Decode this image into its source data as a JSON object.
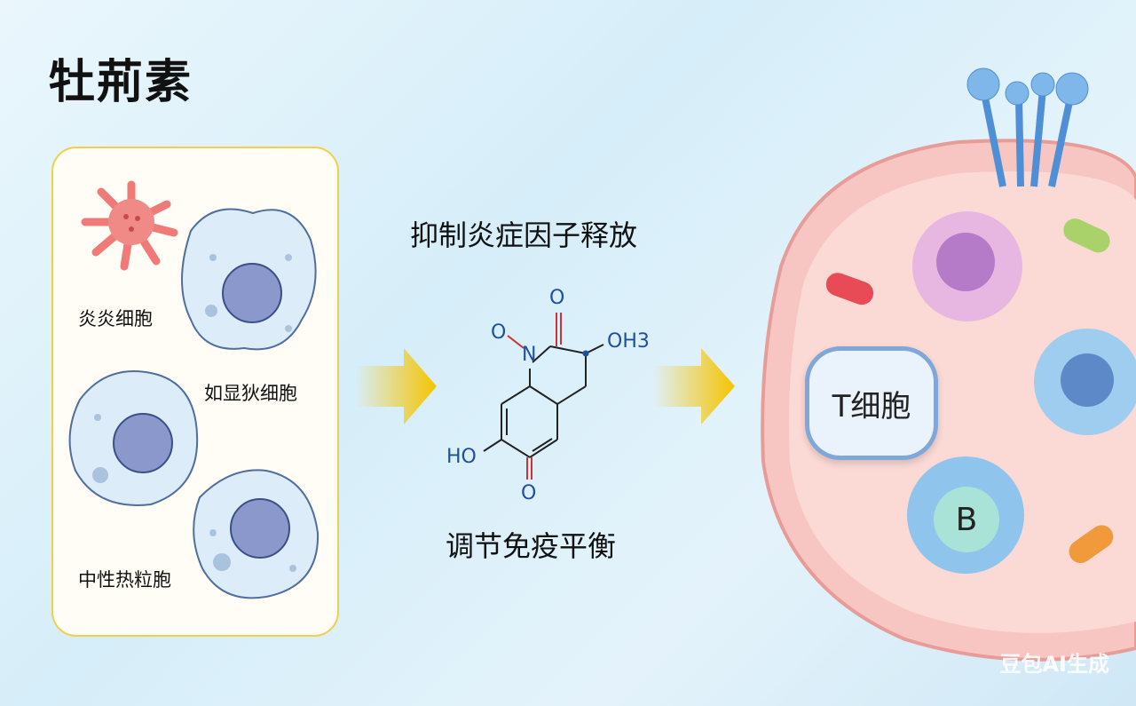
{
  "title": "牡荊素",
  "cells": {
    "inflammatory": "炎炎细胞",
    "eosinophil": "如显狄细胞",
    "neutrophil": "中性热粒胞"
  },
  "actions": {
    "top": "抑制炎症因子释放",
    "bottom": "调节免疫平衡"
  },
  "molecule": {
    "o_top": "O",
    "o_left": "O",
    "n": "N",
    "oh3": "OH3",
    "ho": "HO",
    "o_bottom": "O"
  },
  "immune": {
    "t_cell": "T细胞",
    "b_cell": "B"
  },
  "watermark": "豆包AI生成",
  "colors": {
    "arrow": "#f5c400",
    "panel_border": "#f2cf4a",
    "bond_blue": "#1f4fa0"
  }
}
